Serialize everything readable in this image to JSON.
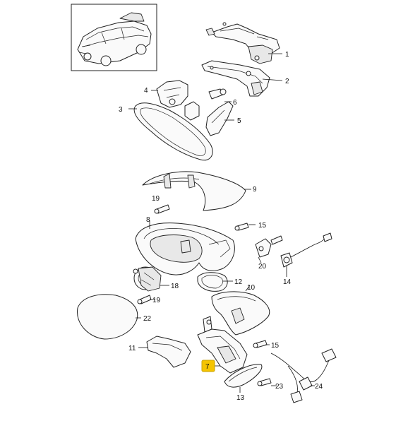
{
  "diagram": {
    "callouts": [
      {
        "id": "c1",
        "label": "1"
      },
      {
        "id": "c2",
        "label": "2"
      },
      {
        "id": "c3",
        "label": "3"
      },
      {
        "id": "c4",
        "label": "4"
      },
      {
        "id": "c5",
        "label": "5"
      },
      {
        "id": "c6",
        "label": "6"
      },
      {
        "id": "c7",
        "label": "7",
        "highlighted": true
      },
      {
        "id": "c8",
        "label": "8"
      },
      {
        "id": "c9",
        "label": "9"
      },
      {
        "id": "c10",
        "label": "10"
      },
      {
        "id": "c11",
        "label": "11"
      },
      {
        "id": "c12",
        "label": "12"
      },
      {
        "id": "c13",
        "label": "13"
      },
      {
        "id": "c14",
        "label": "14"
      },
      {
        "id": "c15a",
        "label": "15"
      },
      {
        "id": "c15b",
        "label": "15"
      },
      {
        "id": "c18",
        "label": "18"
      },
      {
        "id": "c19a",
        "label": "19"
      },
      {
        "id": "c19b",
        "label": "19"
      },
      {
        "id": "c20",
        "label": "20"
      },
      {
        "id": "c22",
        "label": "22"
      },
      {
        "id": "c23",
        "label": "23"
      },
      {
        "id": "c24",
        "label": "24"
      }
    ],
    "colors": {
      "highlight": "#f5c400",
      "line": "#222222",
      "background": "#ffffff"
    }
  }
}
